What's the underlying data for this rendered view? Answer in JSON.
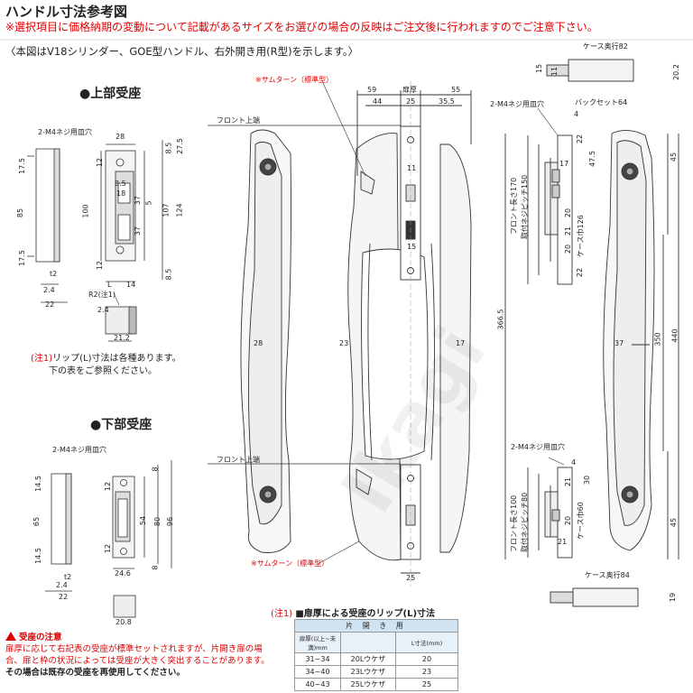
{
  "header": {
    "title": "ハンドル寸法参考図",
    "notice": "※選択項目に価格納期の変動について記載があるサイズをお選びの場合の反映はご注文後に行われますのでご注意下さい。",
    "subnote": "〈本図はV18シリンダー、GOE型ハンドル、右外開き用(R型)を示します。〉"
  },
  "sections": {
    "upper_strike": "●上部受座",
    "lower_strike": "●下部受座"
  },
  "labels": {
    "thumbturn_top": "※サムターン（標準型）",
    "thumbturn_bottom": "※サムターン（標準型）",
    "front_top_1": "フロント上端",
    "front_top_2": "フロント上端",
    "screw_upper": "2-M4ネジ用皿穴",
    "screw_lower": "2-M4ネジ用皿穴",
    "screw_right_top": "2-M4ネジ用皿穴",
    "screw_right_bottom": "2-M4ネジ用皿穴",
    "case_depth_82": "ケース奥行82",
    "case_depth_84": "ケース奥行84",
    "backset": "バックセット64",
    "door_thickness": "扉厚",
    "r2_note": "R2(注1)",
    "front_len_170": "フロント長さ170",
    "screw_pitch_150": "取付ネジピッチ150",
    "case_width_126": "ケース巾126",
    "front_len_100": "フロント長さ100",
    "screw_pitch_80": "取付ネジピッチ80",
    "case_width_60": "ケース巾60",
    "watermark": "Ikagi"
  },
  "dims": {
    "up_w": "28",
    "up_h1": "8.5",
    "up_h2": "27.5",
    "up_12a": "12",
    "up_85": "8.5",
    "up_18": "18",
    "up_5": "5",
    "up_107": "107",
    "up_124": "124",
    "up_100": "100",
    "up_37a": "37",
    "up_37b": "37",
    "up_12b": "12",
    "up_85b": "8.5",
    "up_L": "L",
    "up_14": "14",
    "side_175a": "17.5",
    "side_85": "85",
    "side_175b": "17.5",
    "side_t2": "t2",
    "side_24": "2.4",
    "side_22": "22",
    "cyl_242": "2.4",
    "cyl_212": "21.2",
    "lo_14_5a": "14.5",
    "lo_65": "65",
    "lo_14_5b": "14.5",
    "lo_t2": "t2",
    "lo_24": "2.4",
    "lo_22": "22",
    "lo_12a": "12",
    "lo_54": "54",
    "lo_80": "80",
    "lo_96": "96",
    "lo_8a": "8",
    "lo_8b": "8",
    "lo_12b": "12",
    "lo_246": "24.6",
    "lo_208": "20.8",
    "h_59": "59",
    "h_44": "44",
    "h_25": "25",
    "h_55": "55",
    "h_355": "35.5",
    "h_11": "11",
    "h_15": "15",
    "h_25b": "25",
    "h_28": "28",
    "h_23": "23",
    "h_17": "17",
    "h_3665": "366.5",
    "r_15": "15",
    "r_11": "11",
    "r_202": "20.2",
    "r_4a": "4",
    "r_22a": "22",
    "r_17": "17",
    "r_475": "47.5",
    "r_45a": "45",
    "r_20a": "20",
    "r_21a": "21",
    "r_20b": "20",
    "r_22b": "22",
    "r_37": "37",
    "r_350": "350",
    "r_440": "440",
    "r_4b": "4",
    "r_30": "30",
    "r_21b": "21",
    "r_20c": "20",
    "r_21c": "21",
    "r_45b": "45",
    "r_19": "19"
  },
  "lip_note": {
    "prefix": "(注1)",
    "title": "■扉厚による受座のリップ(L)寸法",
    "group": "片 開 き 用",
    "col1": "扉厚(以上~未満)mm",
    "col2": "",
    "col3": "L寸法(mm)",
    "rows": [
      {
        "range": "31~34",
        "code": "20Lウケザ",
        "L": "20"
      },
      {
        "range": "34~40",
        "code": "23Lウケザ",
        "L": "23"
      },
      {
        "range": "40~43",
        "code": "25Lウケザ",
        "L": "25"
      }
    ]
  },
  "lip_footnote": {
    "line1_prefix": "(注1)",
    "line1": "リップ(L)寸法は各種あります。",
    "line2": "下の表をご参照ください。"
  },
  "caution": {
    "head": "受座の注意",
    "body": "扉厚に応じて右記表の受座が標準セットされますが、片開き扉の場合、扉と枠の状況によっては受座が大きく突出することがあります。",
    "last": "その場合は既存の受座を再使用してください。"
  }
}
